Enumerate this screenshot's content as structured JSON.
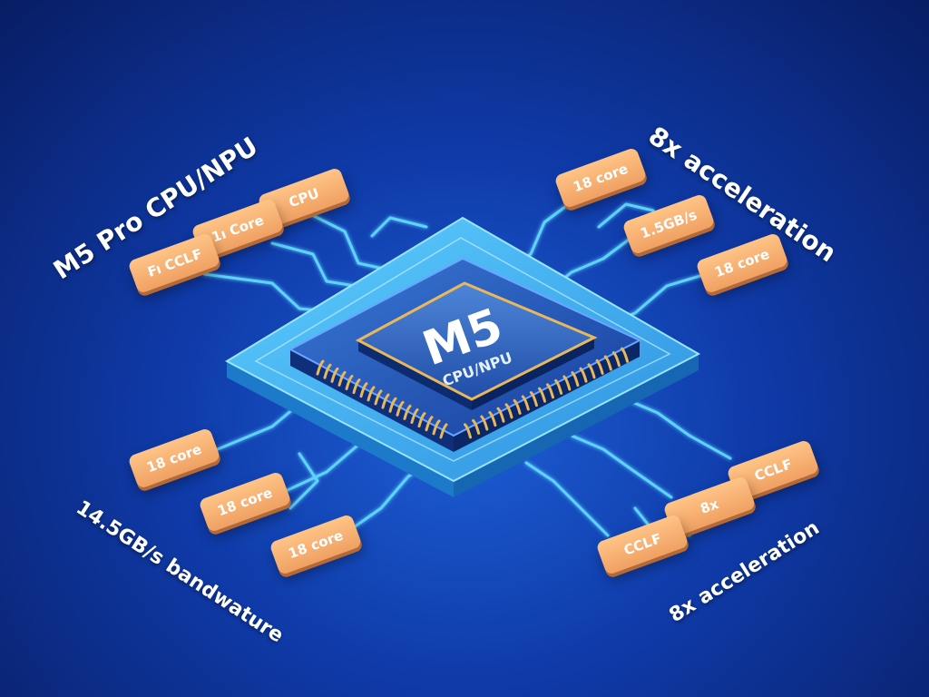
{
  "chip": {
    "title": "M5",
    "subtitle": "CPU/NPU"
  },
  "labels": {
    "top_left": "M5 Pro CPU/NPU",
    "top_right": "8x  acceleration",
    "bottom_left": "14.5GB/s  bandwature",
    "bottom_right": "8x  acceleration"
  },
  "tags": {
    "left_top": [
      "CPU",
      "1ı Core",
      "₣ı CCL₣"
    ],
    "right_top": [
      "18 core",
      "1.5GB/s",
      "18 core"
    ],
    "left_bottom": [
      "18 core",
      "18 core",
      "18 core"
    ],
    "right_bottom": [
      "CCL₣",
      "8x",
      "CCL₣"
    ]
  },
  "colors": {
    "background": "#0f3aa8",
    "board": "#38b6f2",
    "trace": "#5fd3ff",
    "tag": "#f5aa6c",
    "pins": "#e8b85a"
  }
}
